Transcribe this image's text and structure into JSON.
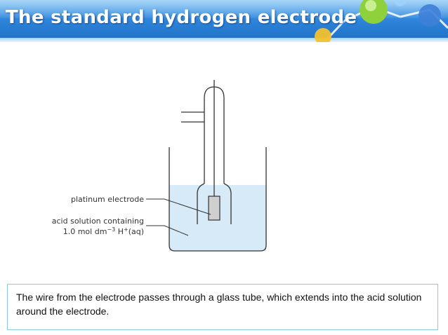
{
  "slide": {
    "title": "The standard hydrogen electrode",
    "caption": "The wire from the electrode passes through a glass tube, which extends into the acid solution around the electrode."
  },
  "diagram": {
    "label_electrode": "platinum electrode",
    "label_solution_line1": "acid solution containing",
    "label_solution_line2": "1.0 mol dm",
    "label_solution_exp": "−3",
    "label_solution_ion": " H",
    "label_solution_charge": "+",
    "label_solution_state": "(aq)"
  },
  "colors": {
    "header_blue": "#2f86dc",
    "solution_blue": "#d6eaf8",
    "border_blue": "#8cc8ea"
  }
}
